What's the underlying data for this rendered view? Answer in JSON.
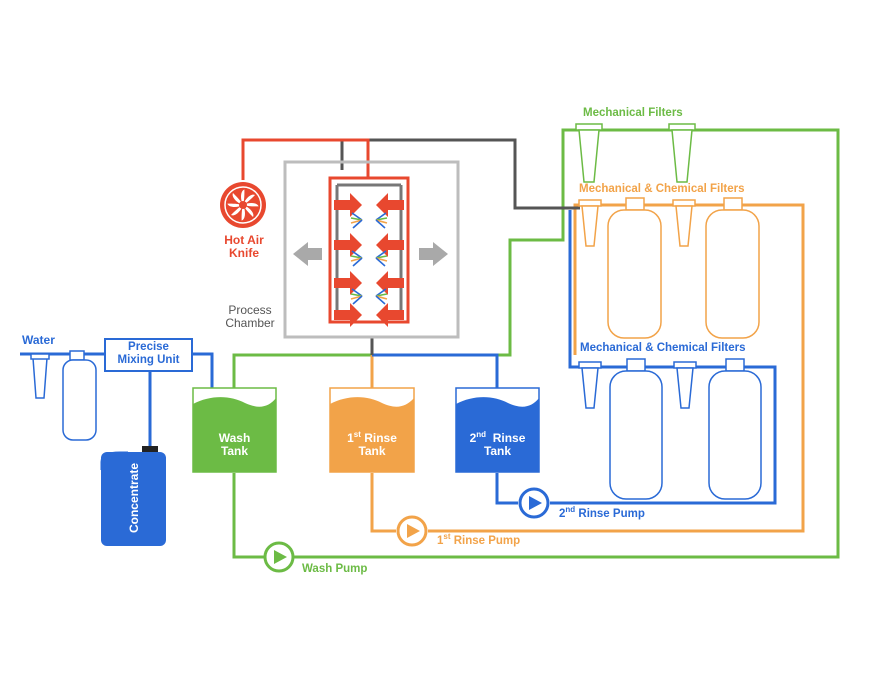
{
  "colors": {
    "green": "#6cbb45",
    "orange": "#f2a349",
    "blue": "#2a6ad6",
    "red": "#e8482f",
    "gray": "#555555",
    "light_gray": "#bdbdbd"
  },
  "labels": {
    "water": "Water",
    "mixing_unit_line1": "Precise",
    "mixing_unit_line2": "Mixing Unit",
    "concentrate": "Concentrate",
    "hot_air_line1": "Hot Air",
    "hot_air_line2": "Knife",
    "process_line1": "Process",
    "process_line2": "Chamber",
    "mech_filters": "Mechanical Filters",
    "mech_chem_filters_top": "Mechanical & Chemical Filters",
    "mech_chem_filters_bottom": "Mechanical & Chemical Filters"
  },
  "tanks": {
    "wash_line1": "Wash",
    "wash_line2": "Tank",
    "rinse1_num": "1",
    "rinse1_sup": "st",
    "rinse1_word": " Rinse",
    "rinse1_line2": "Tank",
    "rinse2_num": "2",
    "rinse2_sup": "nd",
    "rinse2_word": "  Rinse",
    "rinse2_line2": "Tank"
  },
  "pumps": {
    "wash": "Wash Pump",
    "rinse1_num": "1",
    "rinse1_sup": "st",
    "rinse1_word": " Rinse Pump",
    "rinse2_num": "2",
    "rinse2_sup": "nd",
    "rinse2_word": " Rinse Pump"
  }
}
